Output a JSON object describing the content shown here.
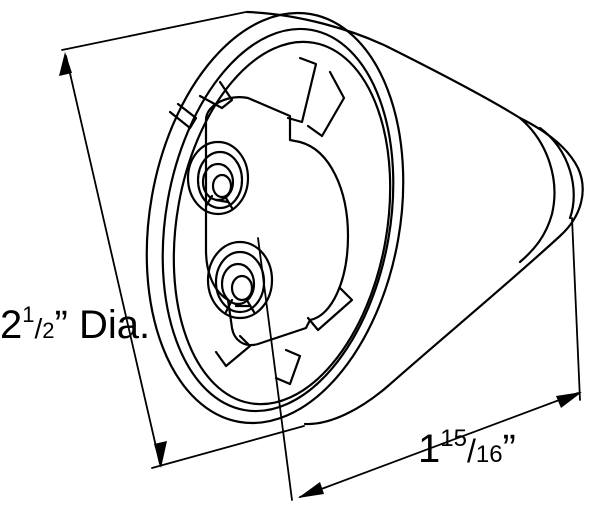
{
  "diameter_label": {
    "whole": "2",
    "num": "1",
    "den": "2",
    "suffix": "” Dia."
  },
  "depth_label": {
    "whole": "1",
    "num": "15",
    "den": "16",
    "suffix": "”"
  },
  "stroke_color": "#000000",
  "background_color": "#ffffff"
}
